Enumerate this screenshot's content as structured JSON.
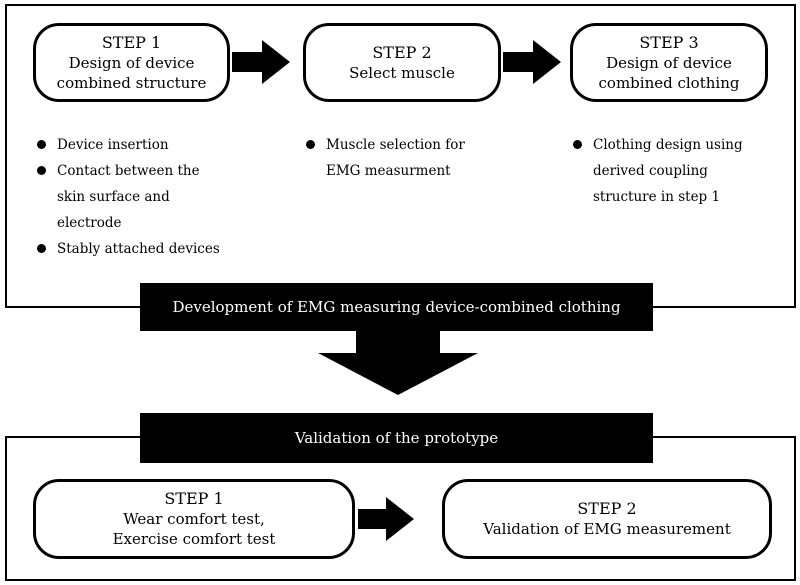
{
  "top": {
    "steps": [
      {
        "title": "STEP 1",
        "desc": "Design of device\ncombined structure"
      },
      {
        "title": "STEP 2",
        "desc": "Select muscle"
      },
      {
        "title": "STEP 3",
        "desc": "Design of device\ncombined clothing"
      }
    ],
    "bullets": {
      "step1": [
        "Device insertion",
        "Contact between the\nskin surface and\nelectrode",
        "Stably attached devices"
      ],
      "step2": [
        "Muscle selection for\nEMG measurment"
      ],
      "step3": [
        "Clothing design using\nderived coupling\nstructure in step 1"
      ]
    }
  },
  "banner_development": "Development of EMG measuring device-combined clothing",
  "banner_validation": "Validation of the prototype",
  "bottom": {
    "steps": [
      {
        "title": "STEP 1",
        "desc": "Wear comfort test,\nExercise comfort test"
      },
      {
        "title": "STEP 2",
        "desc": "Validation of EMG measurement"
      }
    ]
  }
}
